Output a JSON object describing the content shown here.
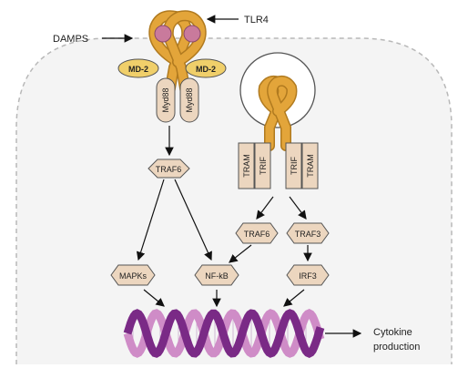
{
  "labels": {
    "tlr4": "TLR4",
    "damps": "DAMPS",
    "md2_left": "MD-2",
    "md2_right": "MD-2",
    "myd88_left": "Myd88",
    "myd88_right": "Myd88",
    "traf6_left": "TRAF6",
    "tram_left": "TRAM",
    "trif_left": "TRIF",
    "trif_right": "TRIF",
    "tram_right": "TRAM",
    "traf6_right": "TRAF6",
    "traf3": "TRAF3",
    "mapks": "MAPKs",
    "nfkb": "NF-kB",
    "irf3": "IRF3",
    "cytokine_line1": "Cytokine",
    "cytokine_line2": "production"
  },
  "colors": {
    "receptor": "#e3a53a",
    "receptor_stroke": "#b07a1f",
    "ligand": "#c97a9c",
    "node_fill": "#ecd6bf",
    "md2_fill": "#f0cf6a",
    "dna_light": "#cf8cc7",
    "dna_dark": "#7a2a86",
    "membrane": "#b8b8b8"
  }
}
